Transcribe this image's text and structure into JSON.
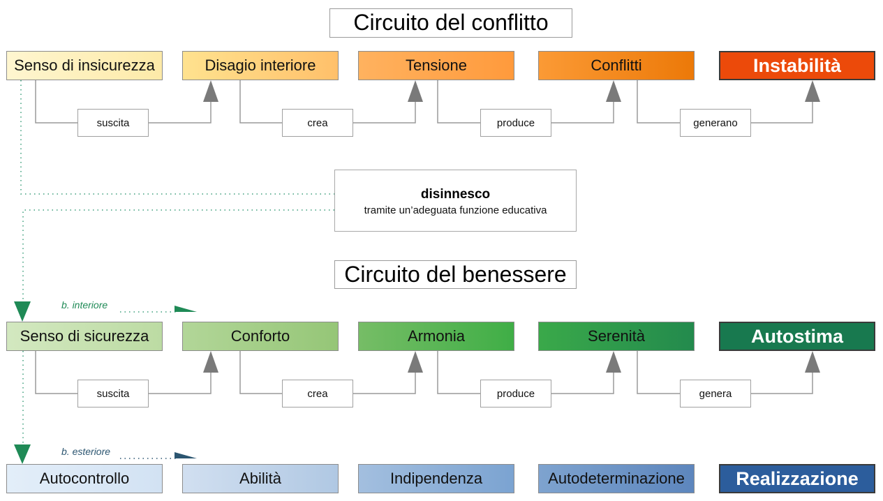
{
  "conflict": {
    "title": "Circuito del conflitto",
    "nodes": [
      "Senso di insicurezza",
      "Disagio interiore",
      "Tensione",
      "Conflitti",
      "Instabilità"
    ],
    "edges": [
      "suscita",
      "crea",
      "produce",
      "generano"
    ]
  },
  "defuse": {
    "title": "disinnesco",
    "subtitle": "tramite un’adeguata funzione educativa"
  },
  "wellbeing": {
    "title": "Circuito del benessere",
    "inner_label": "b. interiore",
    "outer_label": "b. esteriore",
    "inner_nodes": [
      "Senso di sicurezza",
      "Conforto",
      "Armonia",
      "Serenità",
      "Autostima"
    ],
    "inner_edges": [
      "suscita",
      "crea",
      "produce",
      "genera"
    ],
    "outer_nodes": [
      "Autocontrollo",
      "Abilità",
      "Indipendenza",
      "Autodeterminazione",
      "Realizzazione"
    ]
  },
  "colors": {
    "conflict": [
      "#fff3c4",
      "#ffd27a",
      "#ffa44a",
      "#f38520",
      "#ec4a0a"
    ],
    "inner": [
      "#c7e0b0",
      "#a5cf87",
      "#62b55a",
      "#2e9a48",
      "#18794f"
    ],
    "outer": [
      "#dde9f5",
      "#bcd0e8",
      "#8aadd4",
      "#6b93c5",
      "#2c5d9c"
    ],
    "connector": "#9a9a9a",
    "arrow": "#7a7a7a",
    "dotted": "#3a9e7a",
    "green_arrow": "#1f8a56",
    "outer_arrow": "#2b5570"
  }
}
